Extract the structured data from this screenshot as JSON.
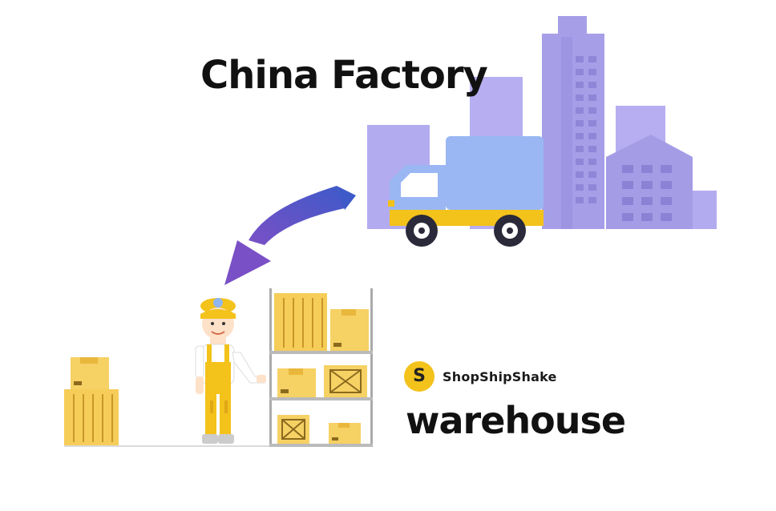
{
  "title": "China Factory",
  "brand": {
    "logo_letter": "S",
    "name": "ShopShipShake",
    "subtitle": "warehouse"
  },
  "colors": {
    "building_light": "#b1a9ef",
    "building_dark": "#9890e0",
    "truck_body": "#99b6f2",
    "truck_accent": "#f3c21b",
    "box": "#f5cd58",
    "arrow_start": "#3f58c4",
    "arrow_end": "#7b4fc4",
    "logo": "#f3c21b"
  },
  "icons": [
    "factory-buildings",
    "delivery-truck",
    "curved-arrow",
    "warehouse-worker",
    "cardboard-boxes",
    "storage-shelf"
  ]
}
